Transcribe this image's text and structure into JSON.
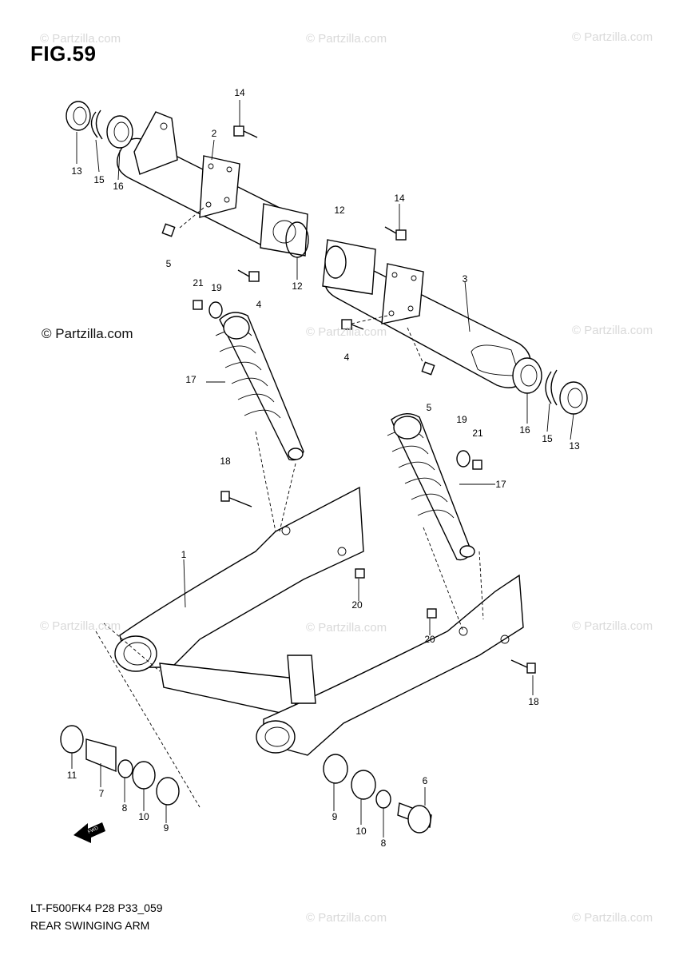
{
  "figure": {
    "title": "FIG.59",
    "code": "LT-F500FK4 P28 P33_059",
    "caption": "REAR SWINGING ARM"
  },
  "watermarks": {
    "repeated": "© Partzilla.com",
    "main": "© Partzilla.com"
  },
  "callouts": [
    {
      "id": "c14a",
      "label": "14"
    },
    {
      "id": "c2",
      "label": "2"
    },
    {
      "id": "c13a",
      "label": "13"
    },
    {
      "id": "c15a",
      "label": "15"
    },
    {
      "id": "c16a",
      "label": "16"
    },
    {
      "id": "c5a",
      "label": "5"
    },
    {
      "id": "c4a",
      "label": "4"
    },
    {
      "id": "c12a",
      "label": "12"
    },
    {
      "id": "c12b",
      "label": "12"
    },
    {
      "id": "c14b",
      "label": "14"
    },
    {
      "id": "c3",
      "label": "3"
    },
    {
      "id": "c21a",
      "label": "21"
    },
    {
      "id": "c19a",
      "label": "19"
    },
    {
      "id": "c4b",
      "label": "4"
    },
    {
      "id": "c17a",
      "label": "17"
    },
    {
      "id": "c16b",
      "label": "16"
    },
    {
      "id": "c15b",
      "label": "15"
    },
    {
      "id": "c13b",
      "label": "13"
    },
    {
      "id": "c5b",
      "label": "5"
    },
    {
      "id": "c19b",
      "label": "19"
    },
    {
      "id": "c21b",
      "label": "21"
    },
    {
      "id": "c17b",
      "label": "17"
    },
    {
      "id": "c18a",
      "label": "18"
    },
    {
      "id": "c1",
      "label": "1"
    },
    {
      "id": "c20a",
      "label": "20"
    },
    {
      "id": "c20b",
      "label": "20"
    },
    {
      "id": "c18b",
      "label": "18"
    },
    {
      "id": "c11",
      "label": "11"
    },
    {
      "id": "c7",
      "label": "7"
    },
    {
      "id": "c8a",
      "label": "8"
    },
    {
      "id": "c10a",
      "label": "10"
    },
    {
      "id": "c9a",
      "label": "9"
    },
    {
      "id": "c9b",
      "label": "9"
    },
    {
      "id": "c10b",
      "label": "10"
    },
    {
      "id": "c8b",
      "label": "8"
    },
    {
      "id": "c6",
      "label": "6"
    }
  ],
  "fwd_label": "FWD"
}
